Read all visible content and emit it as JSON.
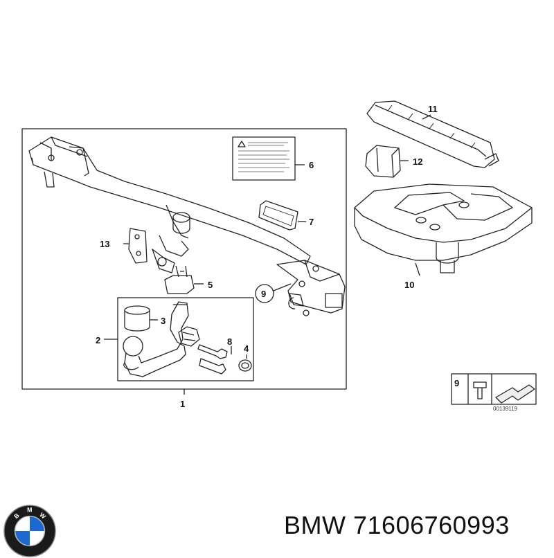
{
  "callouts": {
    "c1": "1",
    "c2": "2",
    "c3": "3",
    "c4": "4",
    "c5": "5",
    "c6": "6",
    "c7": "7",
    "c8": "8",
    "c9": "9",
    "c10": "10",
    "c11": "11",
    "c12": "12",
    "c13": "13"
  },
  "legend": {
    "label": "9",
    "ref": "00139119"
  },
  "caption": {
    "brand": "BMW",
    "part_number": "71606760993"
  },
  "logo": {
    "letters": [
      "B",
      "M",
      "W"
    ],
    "colors": {
      "blue": "#1c69d4",
      "white": "#ffffff",
      "ring": "#111111"
    }
  }
}
